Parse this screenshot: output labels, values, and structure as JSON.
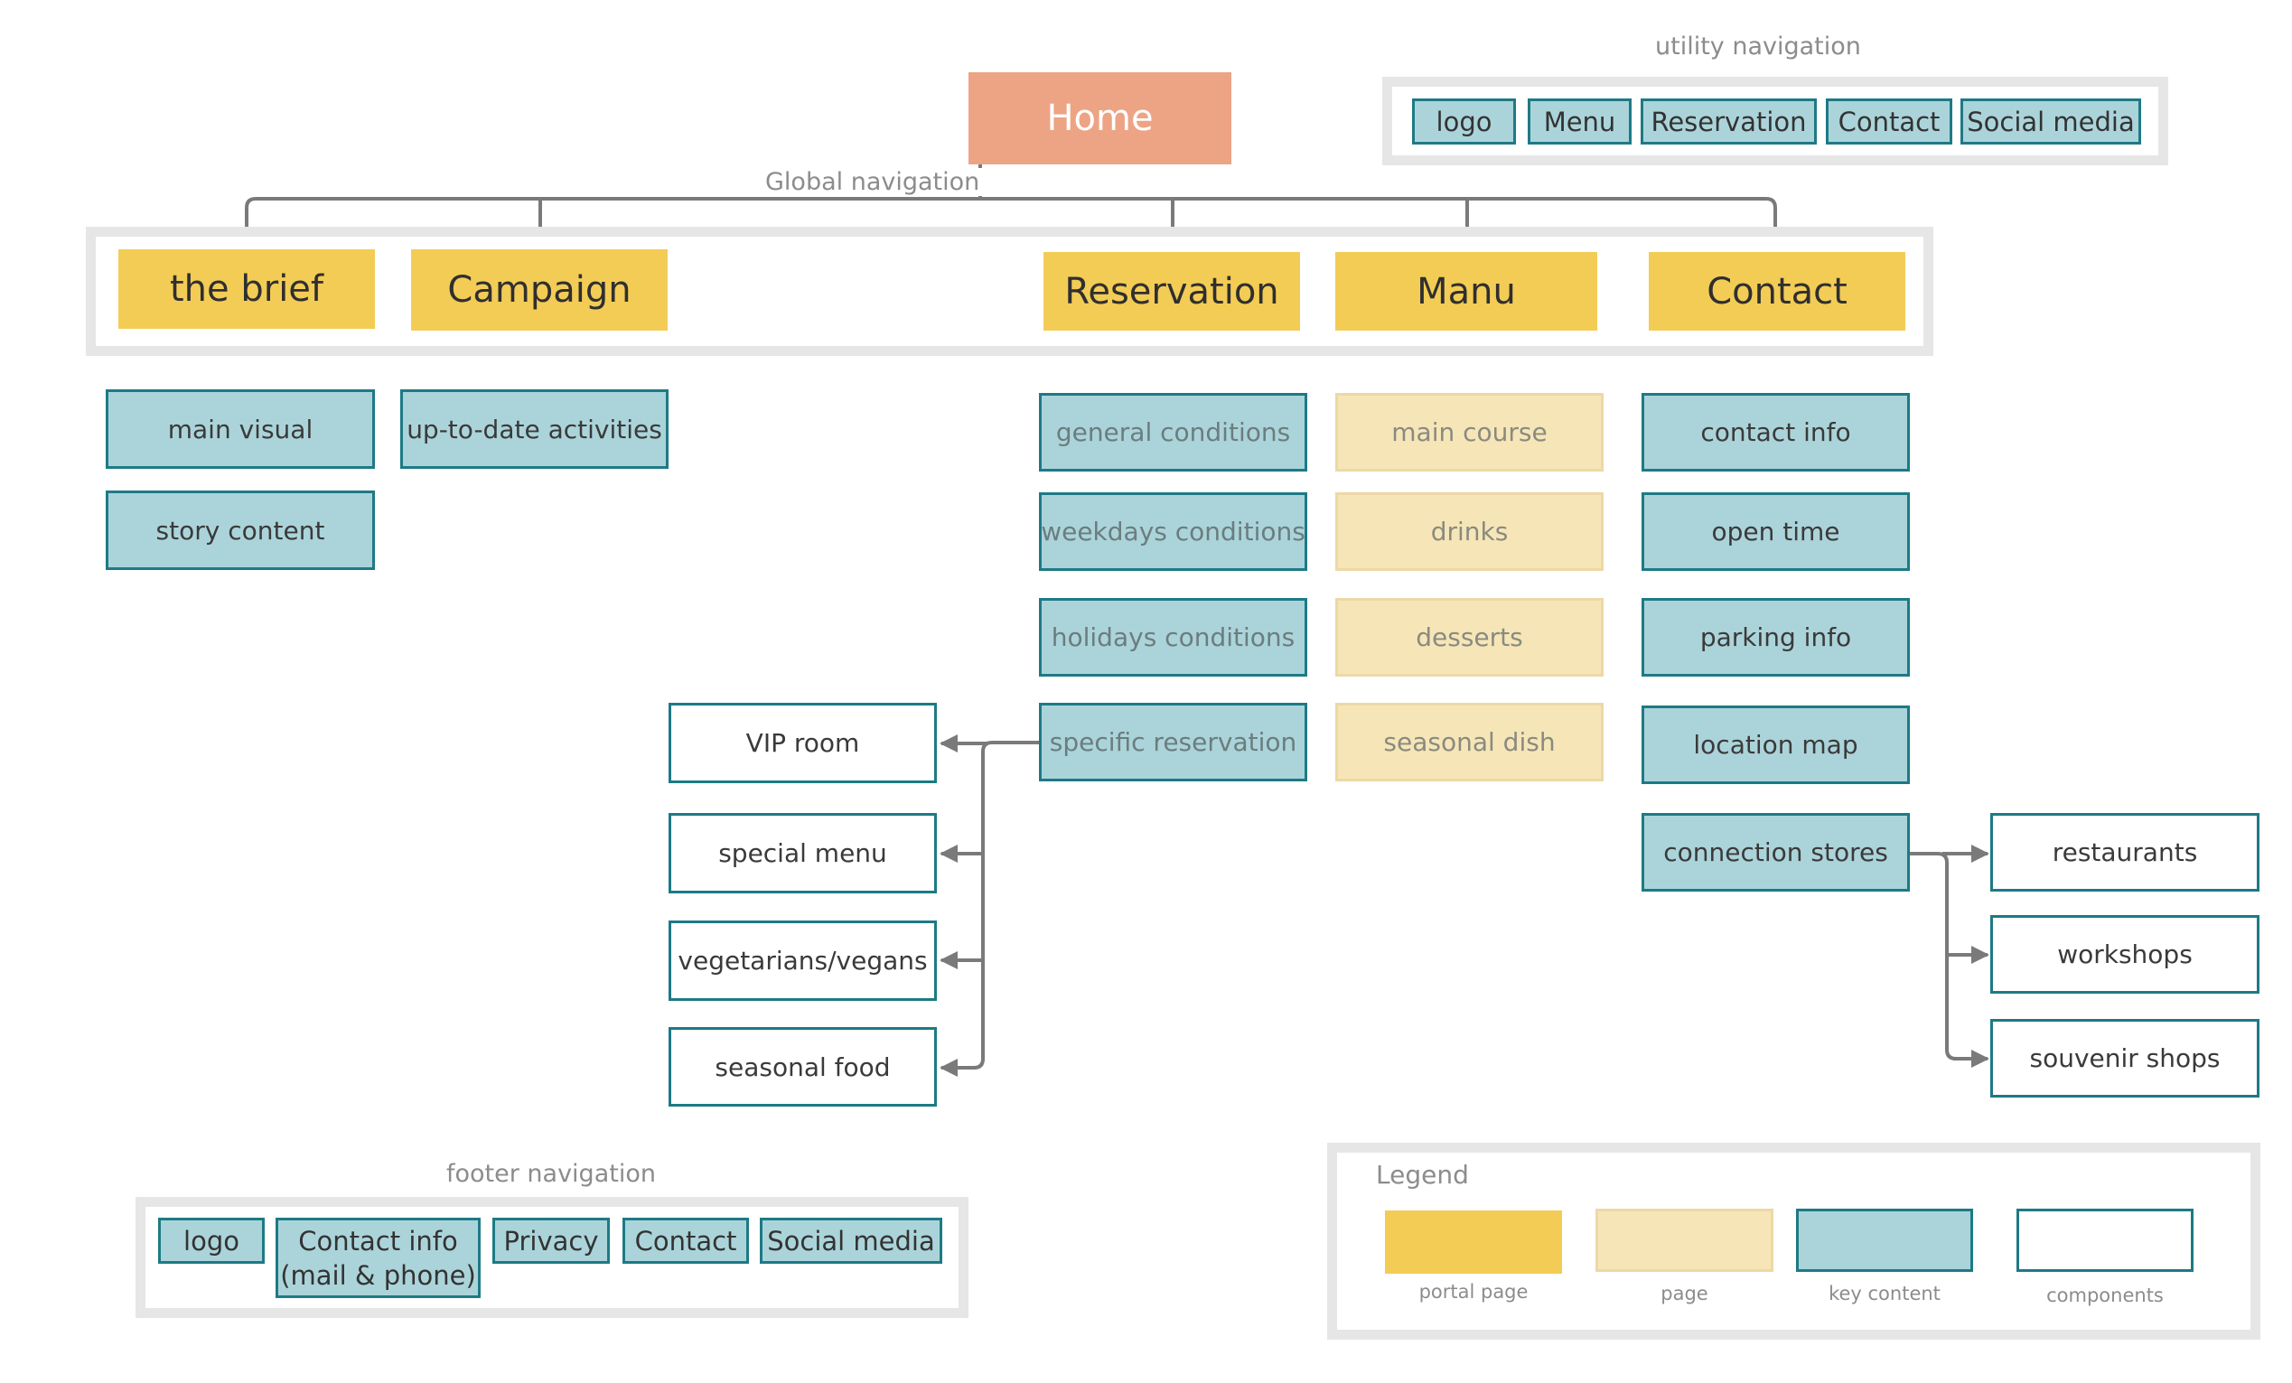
{
  "home": "Home",
  "labels": {
    "utility": "utility navigation",
    "global": "Global navigation",
    "footer": "footer navigation",
    "legend": "Legend"
  },
  "utility_nav": [
    "logo",
    "Menu",
    "Reservation",
    "Contact",
    "Social media"
  ],
  "portal": [
    "the brief",
    "Campaign",
    "Reservation",
    "Manu",
    "Contact"
  ],
  "brief": [
    "main visual",
    "story content"
  ],
  "campaign": [
    "up-to-date activities"
  ],
  "reservation": [
    "general conditions",
    "weekdays conditions",
    "holidays conditions",
    "specific reservation"
  ],
  "menu": [
    "main course",
    "drinks",
    "desserts",
    "seasonal dish"
  ],
  "contact": [
    "contact info",
    "open time",
    "parking info",
    "location map",
    "connection stores"
  ],
  "specific_components": [
    "VIP room",
    "special menu",
    "vegetarians/vegans",
    "seasonal food"
  ],
  "store_components": [
    "restaurants",
    "workshops",
    "souvenir shops"
  ],
  "footer_nav": [
    "logo",
    "Contact info",
    "(mail & phone)",
    "Privacy",
    "Contact",
    "Social media"
  ],
  "legend_items": [
    "portal page",
    "page",
    "key content",
    "components"
  ],
  "colors": {
    "home": "#eda484",
    "portal_page": "#f3cc55",
    "page": "#f6e6b7",
    "key_content": "#abd4da",
    "key_border": "#1d7a85",
    "connector": "#7a7a7a",
    "frame": "#e6e6e6"
  }
}
